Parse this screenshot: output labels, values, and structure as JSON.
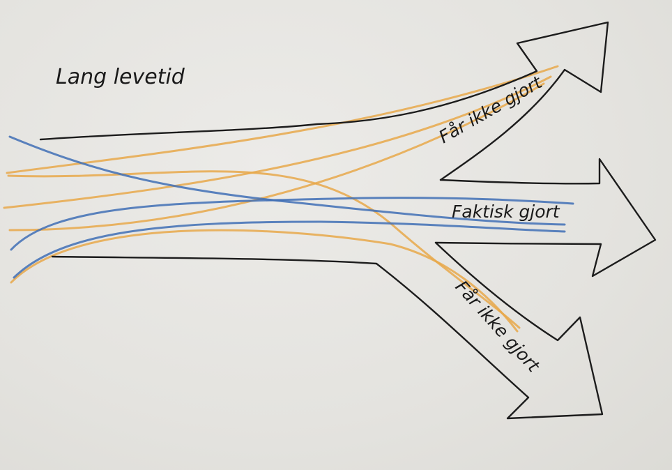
{
  "title": "Lang levetid",
  "arrows": [
    {
      "id": "upper",
      "label": "Får ikke gjort"
    },
    {
      "id": "middle",
      "label": "Faktisk gjort"
    },
    {
      "id": "lower",
      "label": "Får ikke gjort"
    }
  ],
  "colors": {
    "paper": "#e6e6e4",
    "ink": "#1c1c1c",
    "orange_strand": "#e8a84a",
    "blue_strand": "#3f6fb5"
  }
}
